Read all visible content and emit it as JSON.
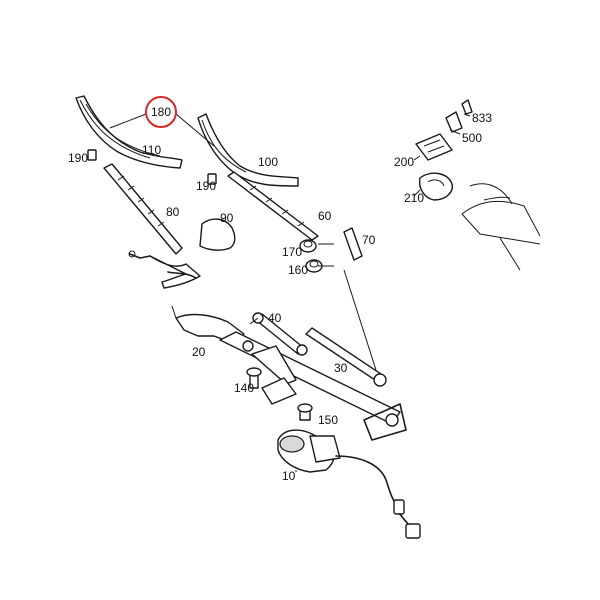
{
  "highlight": {
    "label": "180",
    "color": "#d62828"
  },
  "labels": {
    "p10": "10",
    "p20": "20",
    "p30": "30",
    "p40": "40",
    "p60": "60",
    "p70": "70",
    "p80": "80",
    "p90": "90",
    "p100": "100",
    "p110": "110",
    "p140": "140",
    "p150": "150",
    "p160": "160",
    "p170": "170",
    "p190a": "190",
    "p190b": "190",
    "p200": "200",
    "p210": "210",
    "p500": "500",
    "p833": "833"
  }
}
